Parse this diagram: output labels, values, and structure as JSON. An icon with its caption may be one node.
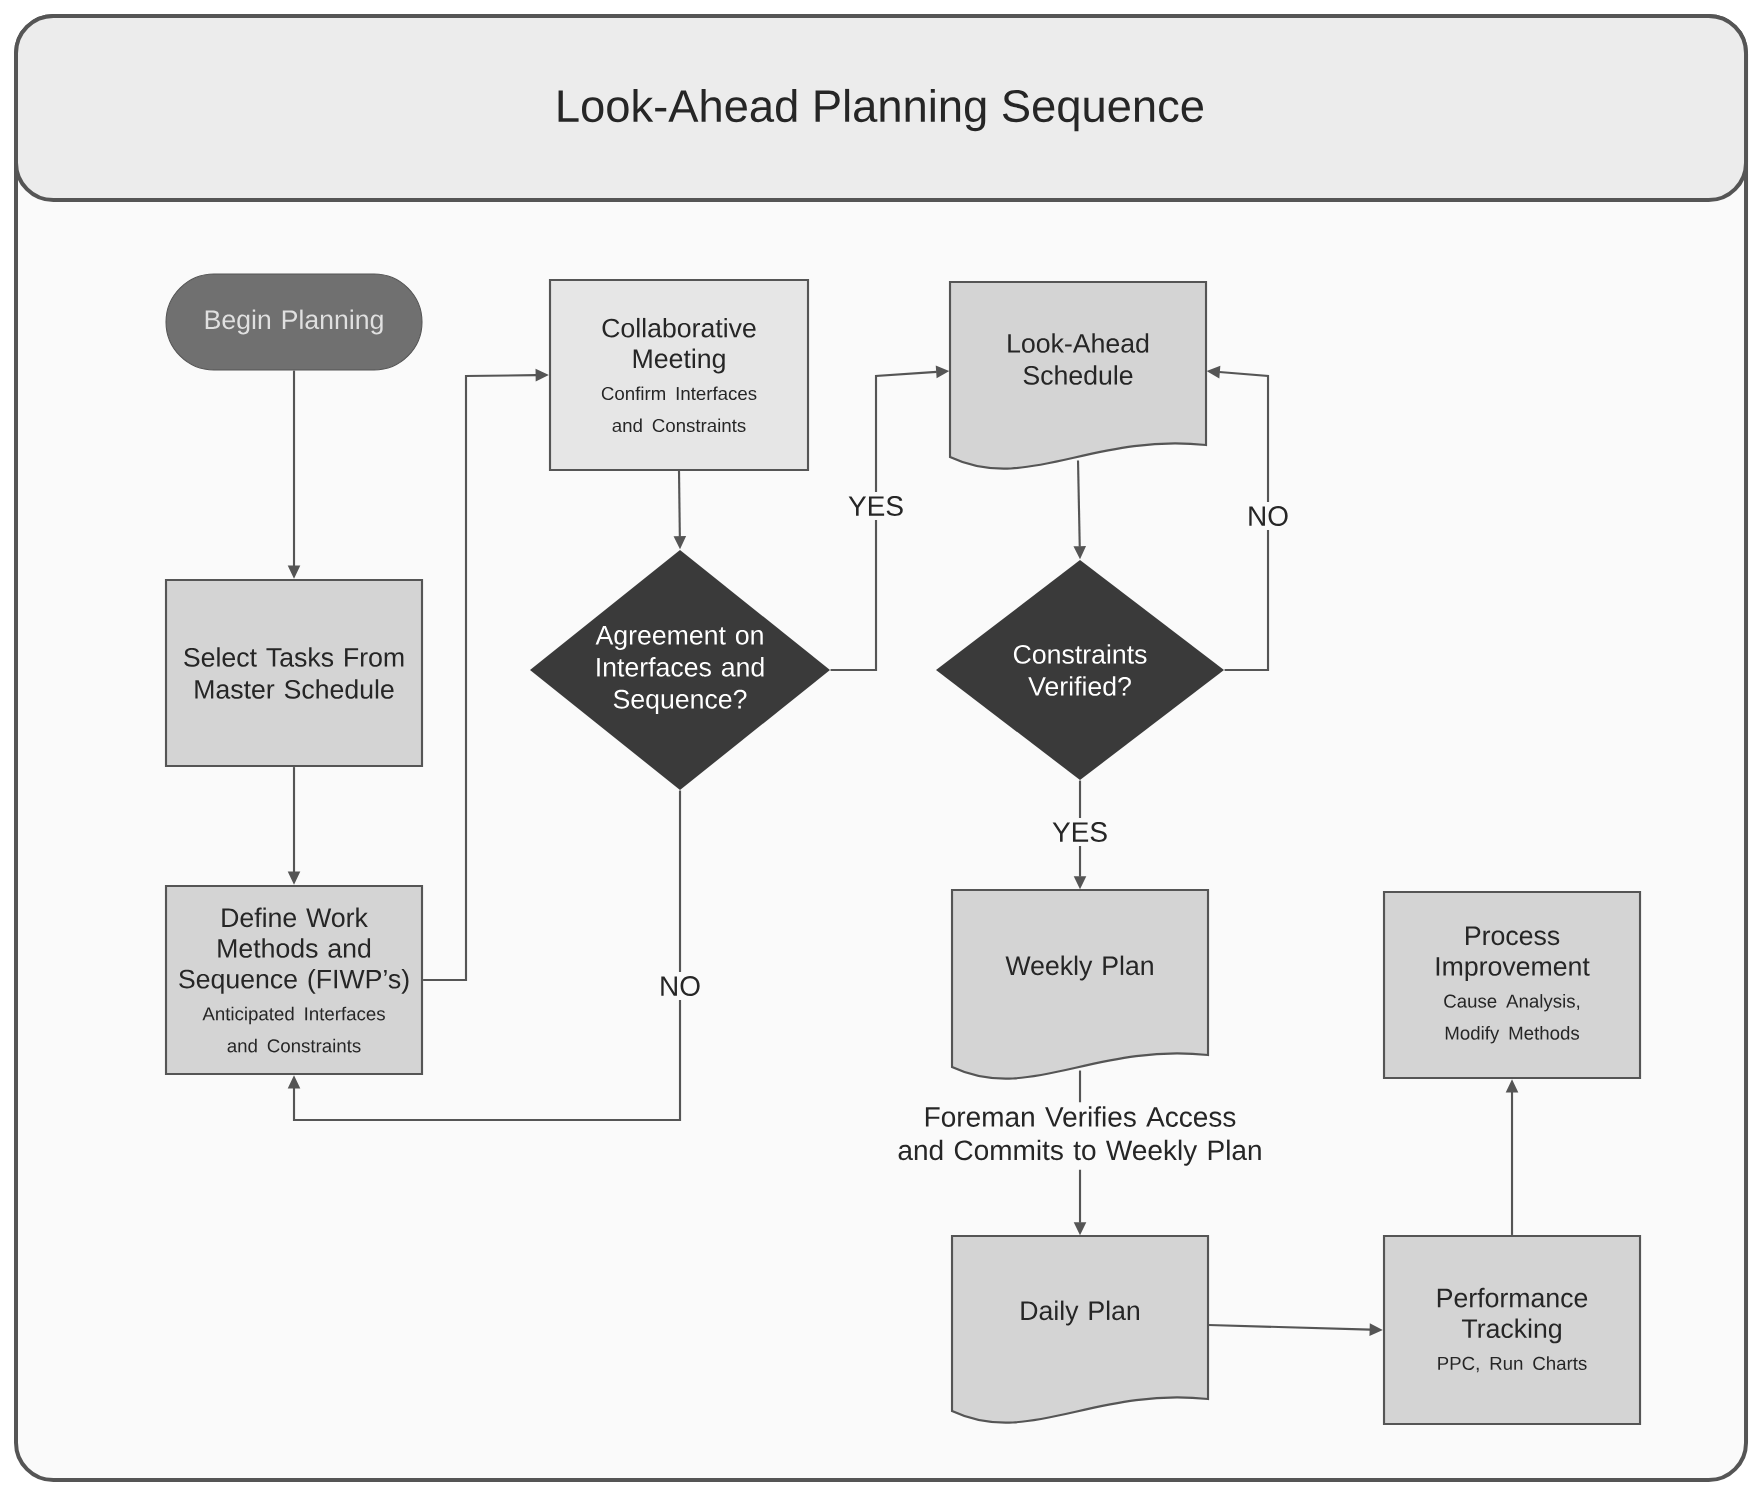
{
  "diagram": {
    "title": "Look-Ahead Planning Sequence",
    "nodes": [
      {
        "text": [
          "Begin Planning"
        ]
      },
      {
        "text": [
          "Select Tasks From Master Schedule"
        ]
      },
      {
        "text": [
          "Define Work Methods and Sequence (FIWP’s)",
          "Anticipated Interfaces and Constraints"
        ]
      },
      {
        "text": [
          "Collaborative Meeting",
          "Confirm Interfaces and Constraints"
        ]
      },
      {
        "text": [
          "Agreement on Interfaces and Sequence?"
        ]
      },
      {
        "text": [
          "Look-Ahead Schedule"
        ]
      },
      {
        "text": [
          "Constraints Verified?"
        ]
      },
      {
        "text": [
          "Weekly Plan"
        ]
      },
      {
        "text": [
          "Daily Plan"
        ]
      },
      {
        "text": [
          "Performance Tracking",
          "PPC, Run Charts"
        ]
      },
      {
        "text": [
          "Process Improvement",
          "Cause Analysis, Modify Methods"
        ]
      }
    ],
    "edges": [
      {
        "from": 0,
        "to": 1,
        "arrow": "to"
      },
      {
        "from": 1,
        "to": 2,
        "arrow": "to"
      },
      {
        "from": 2,
        "to": 3,
        "arrow": "to"
      },
      {
        "from": 3,
        "to": 4,
        "arrow": "to"
      },
      {
        "from": 4,
        "to": 5,
        "arrow": "to",
        "label": "YES"
      },
      {
        "from": 4,
        "to": 2,
        "arrow": "to",
        "label": "NO"
      },
      {
        "from": 5,
        "to": 6,
        "arrow": "to"
      },
      {
        "from": 6,
        "to": 5,
        "arrow": "to",
        "label": "NO"
      },
      {
        "from": 6,
        "to": 7,
        "arrow": "to",
        "label": "YES"
      },
      {
        "from": 7,
        "to": 8,
        "arrow": "to",
        "label": "Foreman Verifies Access and Commits to Weekly Plan"
      },
      {
        "from": 8,
        "to": 9,
        "arrow": "to"
      },
      {
        "from": 9,
        "to": 10,
        "arrow": "to"
      }
    ]
  }
}
